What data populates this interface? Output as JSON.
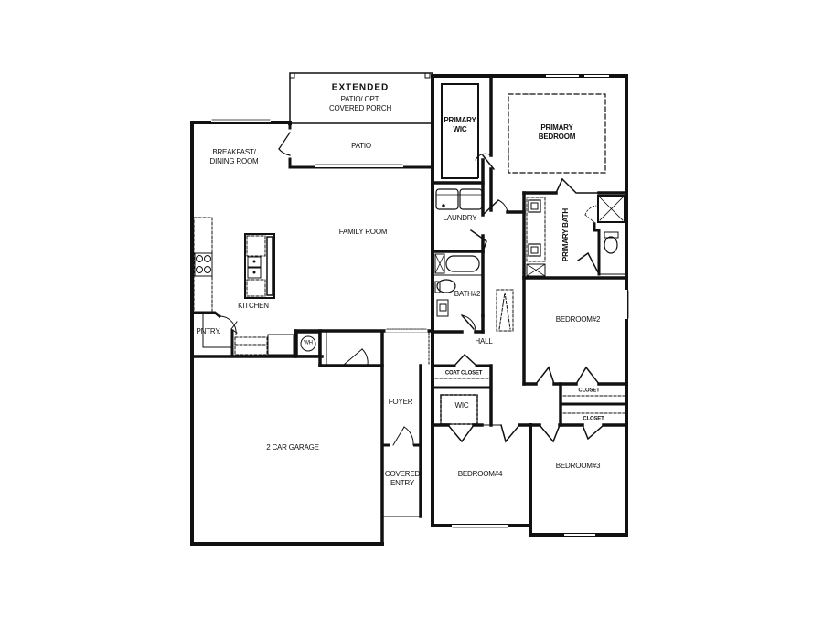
{
  "plan": {
    "background": "#ffffff",
    "wall_color": "#111111",
    "rooms": {
      "extended_patio": {
        "line1": "EXTENDED",
        "line2": "PATIO/ OPT.",
        "line3": "COVERED PORCH"
      },
      "patio": "PATIO",
      "breakfast": {
        "line1": "BREAKFAST/",
        "line2": "DINING ROOM"
      },
      "family_room": "FAMILY ROOM",
      "kitchen": "KITCHEN",
      "pantry": "PNTRY.",
      "water_heater": "WH",
      "garage": "2 CAR GARAGE",
      "foyer": "FOYER",
      "covered_entry": {
        "line1": "COVERED",
        "line2": "ENTRY"
      },
      "primary_wic": {
        "line1": "PRIMARY",
        "line2": "WIC"
      },
      "primary_bedroom": {
        "line1": "PRIMARY",
        "line2": "BEDROOM"
      },
      "laundry": "LAUNDRY",
      "primary_bath": "PRIMARY BATH",
      "bath2": "BATH#2",
      "hall": "HALL",
      "bedroom2": "BEDROOM#2",
      "coat_closet": "COAT CLOSET",
      "wic": "WIC",
      "closet_upper": "CLOSET",
      "closet_lower": "CLOSET",
      "bedroom4": "BEDROOM#4",
      "bedroom3": "BEDROOM#3"
    }
  }
}
